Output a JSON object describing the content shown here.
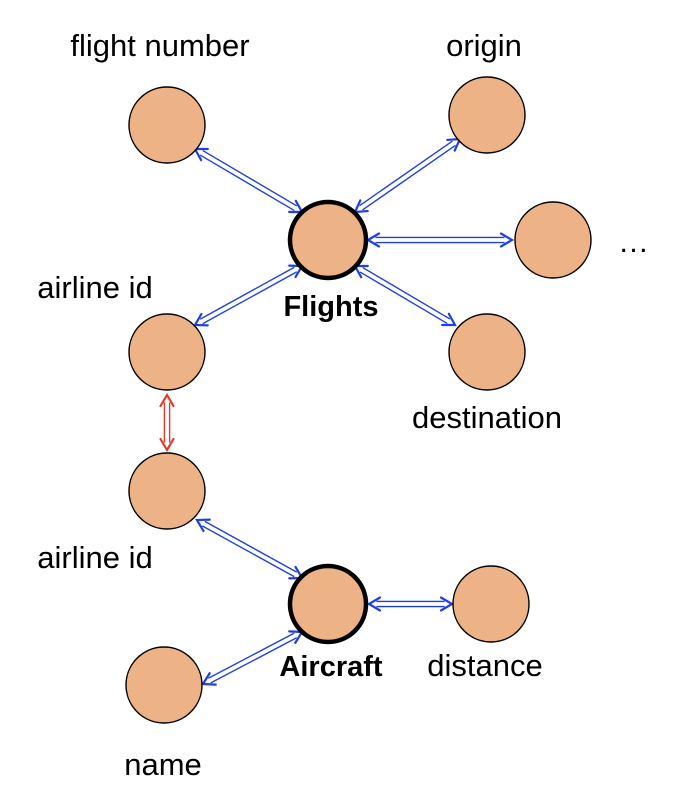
{
  "colors": {
    "node_fill": "#EDB285",
    "node_stroke": "#000000",
    "edge_blue": "#1F3FE0",
    "edge_red": "#E03A2A"
  },
  "labels": {
    "flight_number": "flight number",
    "origin": "origin",
    "ellipsis": "…",
    "airline_id_top": "airline id",
    "flights": "Flights",
    "destination": "destination",
    "airline_id_bottom": "airline id",
    "aircraft": "Aircraft",
    "distance": "distance",
    "name": "name"
  }
}
